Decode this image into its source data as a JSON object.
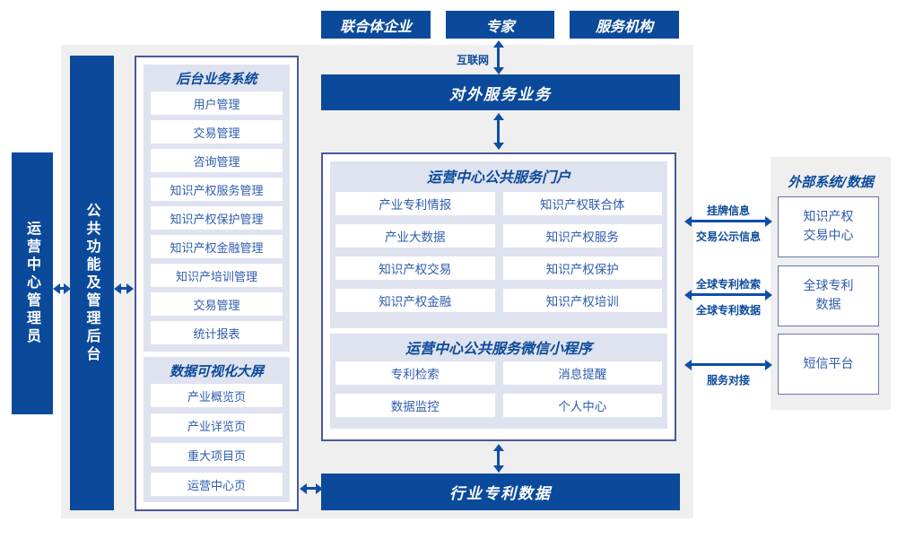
{
  "colors": {
    "primary_blue": "#0b4a9b",
    "arrow_blue": "#0e4fa4",
    "panel_lavender": "#dfe2ef",
    "page_gray": "#efefef",
    "box_border": "#4a5899",
    "ext_box_border": "#6374ac",
    "item_text": "#2e5cad"
  },
  "actors": {
    "consortium": "联合体企业",
    "experts": "专家",
    "agencies": "服务机构"
  },
  "labels": {
    "internet": "互联网",
    "listing_info": "挂牌信息",
    "trade_publicity_info": "交易公示信息",
    "global_patent_search": "全球专利检索",
    "global_patent_data": "全球专利数据",
    "service_connect": "服务对接"
  },
  "bars": {
    "external_service": "对外服务业务",
    "industry_patent_data": "行业专利数据",
    "operation_admin": "运营中心管理员",
    "public_backend": "公共功能及管理后台"
  },
  "backend_system": {
    "title": "后台业务系统",
    "items": [
      "用户管理",
      "交易管理",
      "咨询管理",
      "知识产权服务管理",
      "知识产权保护管理",
      "知识产权金融管理",
      "知识产培训管理",
      "交易管理",
      "统计报表"
    ]
  },
  "data_viz": {
    "title": "数据可视化大屏",
    "items": [
      "产业概览页",
      "产业详览页",
      "重大项目页",
      "运营中心页"
    ]
  },
  "portal": {
    "title": "运营中心公共服务门户",
    "items": [
      "产业专利情报",
      "知识产权联合体",
      "产业大数据",
      "知识产权服务",
      "知识产权交易",
      "知识产权保护",
      "知识产权金融",
      "知识产权培训"
    ]
  },
  "mini_program": {
    "title": "运营中心公共服务微信小程序",
    "items": [
      "专利检索",
      "消息提醒",
      "数据监控",
      "个人中心"
    ]
  },
  "external_systems": {
    "title": "外部系统/数据",
    "boxes": [
      "知识产权\n交易中心",
      "全球专利\n数据",
      "短信平台"
    ]
  }
}
